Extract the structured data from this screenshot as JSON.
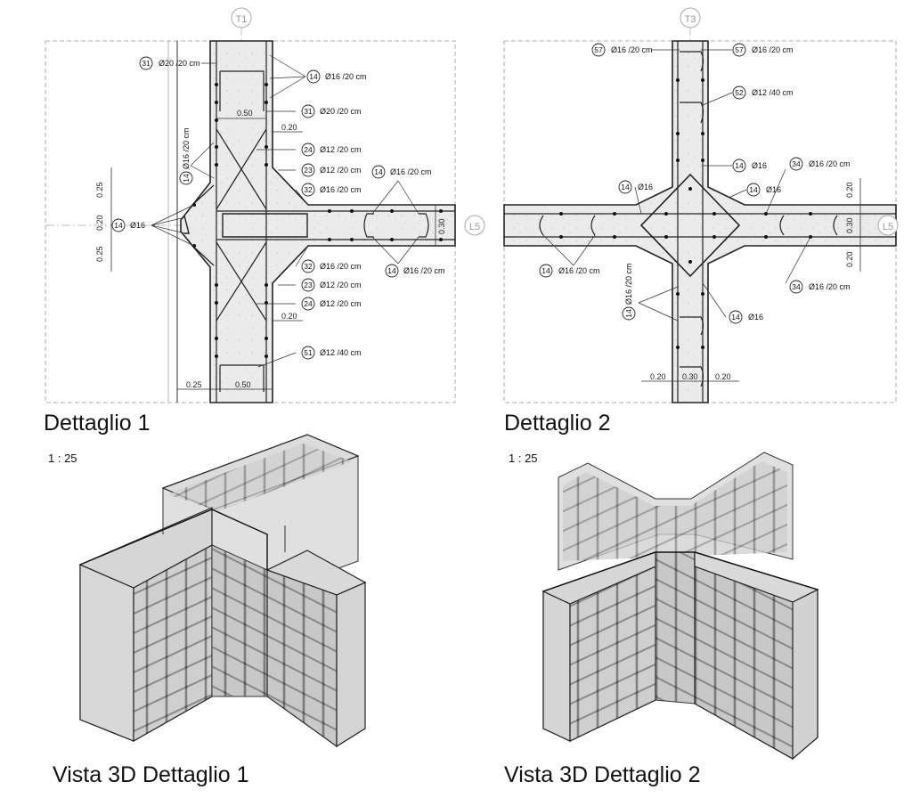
{
  "captions": {
    "detail1": "Dettaglio 1",
    "detail2": "Dettaglio 2",
    "view1": "Vista 3D Dettaglio 1",
    "view2": "Vista 3D Dettaglio 2",
    "scale1": "1 : 25",
    "scale2": "1 : 25"
  },
  "grid_markers": {
    "t1": "T1",
    "t3": "T3",
    "l5a": "L5",
    "l5b": "L5"
  },
  "detail1": {
    "callouts": [
      {
        "mark": "31",
        "text": "Ø20 /20 cm"
      },
      {
        "mark": "14",
        "text": "Ø16 /20 cm"
      },
      {
        "mark": "31",
        "text": "Ø20 /20 cm"
      },
      {
        "mark": "24",
        "text": "Ø12 /20 cm"
      },
      {
        "mark": "23",
        "text": "Ø12 /20 cm"
      },
      {
        "mark": "32",
        "text": "Ø16 /20 cm"
      },
      {
        "mark": "14",
        "text": "Ø16 /20 cm"
      },
      {
        "mark": "14",
        "text": "Ø16"
      },
      {
        "mark": "32",
        "text": "Ø16 /20 cm"
      },
      {
        "mark": "23",
        "text": "Ø12 /20 cm"
      },
      {
        "mark": "24",
        "text": "Ø12 /20 cm"
      },
      {
        "mark": "14",
        "text": "Ø16 /20 cm"
      },
      {
        "mark": "51",
        "text": "Ø12 /40 cm"
      },
      {
        "mark": "14",
        "text": "Ø16 /20 cm"
      }
    ],
    "dims": {
      "d050a": "0.50",
      "d020a": "0.20",
      "d020b": "0.20",
      "d025b": "0.25",
      "d050b": "0.50",
      "v025a": "0.25",
      "v020": "0.20",
      "v025b": "0.25",
      "v030": "0.30"
    }
  },
  "detail2": {
    "callouts": [
      {
        "mark": "57",
        "text": "Ø16 /20 cm"
      },
      {
        "mark": "57",
        "text": "Ø16 /20 cm"
      },
      {
        "mark": "52",
        "text": "Ø12 /40 cm"
      },
      {
        "mark": "14",
        "text": "Ø16"
      },
      {
        "mark": "34",
        "text": "Ø16 /20 cm"
      },
      {
        "mark": "14",
        "text": "Ø16"
      },
      {
        "mark": "14",
        "text": "Ø16"
      },
      {
        "mark": "14",
        "text": "Ø16 /20 cm"
      },
      {
        "mark": "34",
        "text": "Ø16 /20 cm"
      },
      {
        "mark": "14",
        "text": "Ø16 /20 cm"
      },
      {
        "mark": "14",
        "text": "Ø16"
      }
    ],
    "dims": {
      "h020a": "0.20",
      "h030": "0.30",
      "h020b": "0.20",
      "v020a": "0.20",
      "v030": "0.30",
      "v020b": "0.20"
    }
  }
}
